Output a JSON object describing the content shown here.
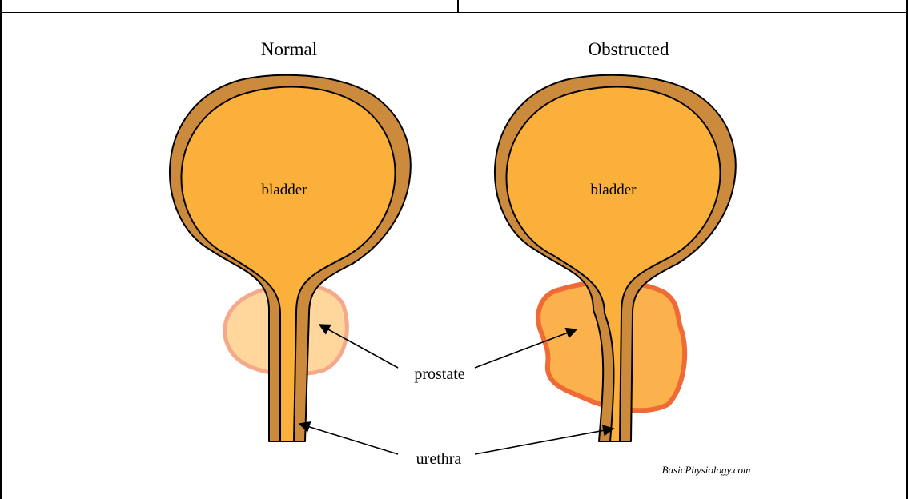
{
  "panels": {
    "normal": {
      "title": "Normal",
      "organ_label": "bladder"
    },
    "obstructed": {
      "title": "Obstructed",
      "organ_label": "bladder"
    }
  },
  "callouts": {
    "prostate": "prostate",
    "urethra": "urethra"
  },
  "credit": "BasicPhysiology.com",
  "colors": {
    "bladder_wall": "#cc8a3c",
    "bladder_fill": "#fbb03b",
    "prostate_normal_fill": "#ffd79c",
    "prostate_normal_edge": "#f6a88a",
    "prostate_enlarged_fill": "#fbb24c",
    "prostate_enlarged_edge": "#ef6a35",
    "outline": "#000000"
  }
}
